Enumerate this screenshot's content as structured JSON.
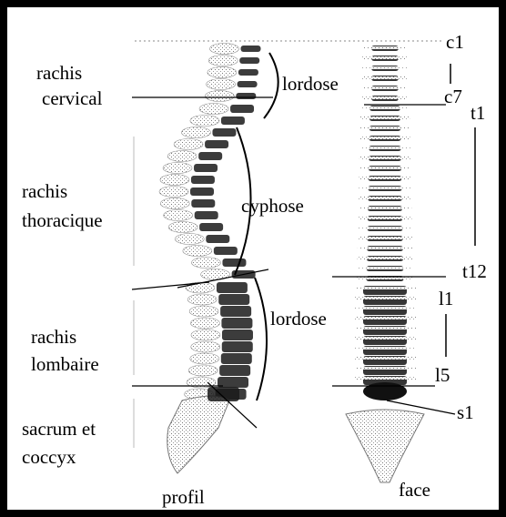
{
  "figure": {
    "regions": [
      {
        "id": "cervical",
        "line1": "rachis",
        "line2": "cervical"
      },
      {
        "id": "thoracic",
        "line1": "rachis",
        "line2": "thoracique"
      },
      {
        "id": "lumbar",
        "line1": "rachis",
        "line2": "lombaire"
      },
      {
        "id": "sacral",
        "line1": "sacrum et",
        "line2": "coccyx"
      }
    ],
    "curves": {
      "cervical": "lordose",
      "thoracic": "cyphose",
      "lumbar": "lordose"
    },
    "vertebrae": {
      "c1": "c1",
      "c7": "c7",
      "t1": "t1",
      "t12": "t12",
      "l1": "l1",
      "l5": "l5",
      "s1": "s1"
    },
    "views": {
      "profile": "profil",
      "front": "face"
    }
  }
}
